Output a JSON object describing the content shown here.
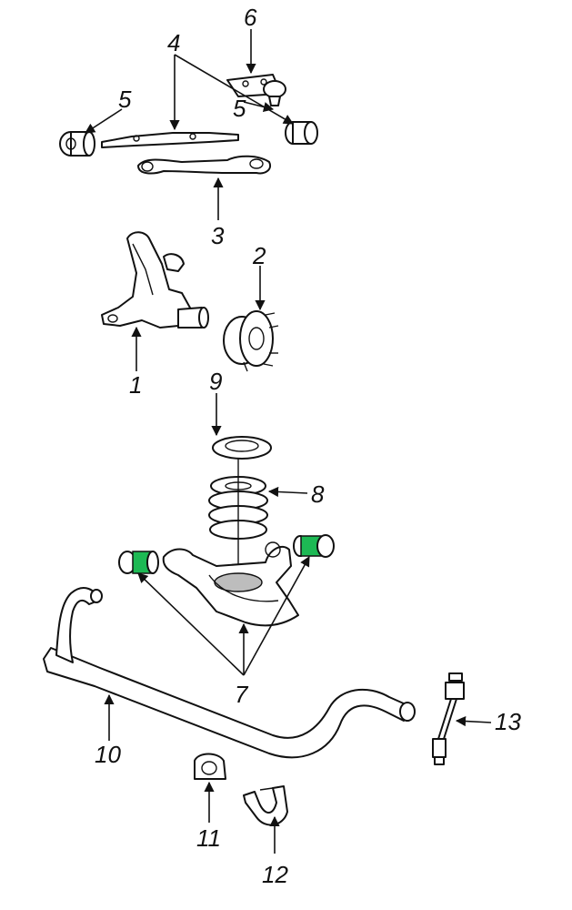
{
  "colors": {
    "highlight": "#1db954",
    "ink": "#111111"
  },
  "callouts": {
    "c1": "1",
    "c2": "2",
    "c3": "3",
    "c4": "4",
    "c5a": "5",
    "c5b": "5",
    "c6": "6",
    "c7": "7",
    "c8": "8",
    "c9": "9",
    "c10": "10",
    "c11": "11",
    "c12": "12",
    "c13": "13"
  }
}
